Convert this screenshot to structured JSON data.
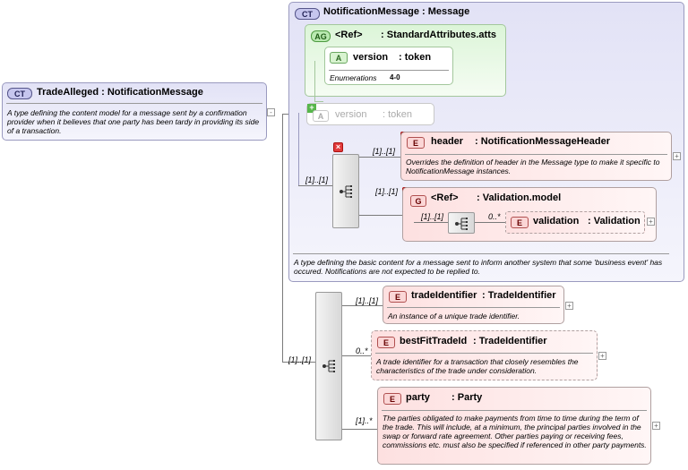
{
  "root": {
    "badge": "CT",
    "name": "TradeAlleged",
    "type": "NotificationMessage",
    "separator": " : ",
    "doc": "A type defining the content model for a message sent by a confirmation provider when it believes that one party has been tardy in providing its side of a transaction."
  },
  "base": {
    "badge": "CT",
    "name": "NotificationMessage",
    "type": "Message",
    "separator": " : ",
    "doc": "A type defining the basic content for a message sent to inform another system that some 'business event' has occured. Notifications are not expected to be replied to.",
    "attr_group": {
      "badge": "AG",
      "name": "<Ref>",
      "type": "StandardAttributes.atts",
      "attribute": {
        "badge": "A",
        "name": "version",
        "type": ": token",
        "enum_label": "Enumerations",
        "enum_value": "4-0"
      }
    },
    "inherited_attr": {
      "badge": "A",
      "name": "version",
      "type": ": token"
    },
    "header": {
      "badge": "E",
      "name": "header",
      "type": "NotificationMessageHeader",
      "cardinality": "[1]..[1]",
      "doc": "Overrides the definition of header in the Message type to make it specific to NotificationMessage instances."
    },
    "seq_cardinality": "[1]..[1]",
    "validation_group": {
      "badge": "G",
      "name": "<Ref>",
      "type": "Validation.model",
      "cardinality": "[1]..[1]",
      "seq_cardinality": "[1]..[1]",
      "element": {
        "badge": "E",
        "name": "validation",
        "type": "Validation",
        "cardinality": "0..*"
      }
    }
  },
  "sequence": {
    "cardinality": "[1]..[1]",
    "elements": [
      {
        "badge": "E",
        "name": "tradeIdentifier",
        "type": "TradeIdentifier",
        "cardinality": "[1]..[1]",
        "doc": "An instance of a unique trade identifier."
      },
      {
        "badge": "E",
        "name": "bestFitTradeId",
        "type": "TradeIdentifier",
        "cardinality": "0..*",
        "doc": "A trade identifier for a transaction that closely resembles the characteristics of the trade under consideration."
      },
      {
        "badge": "E",
        "name": "party",
        "type": "Party",
        "cardinality": "[1]..*",
        "doc": "The parties obligated to make payments from time to time during the term of the trade. This will include, at a minimum, the principal parties involved in the swap or forward rate agreement. Other parties paying or receiving fees, commissions etc. must also be specified if referenced in other party payments."
      }
    ]
  }
}
